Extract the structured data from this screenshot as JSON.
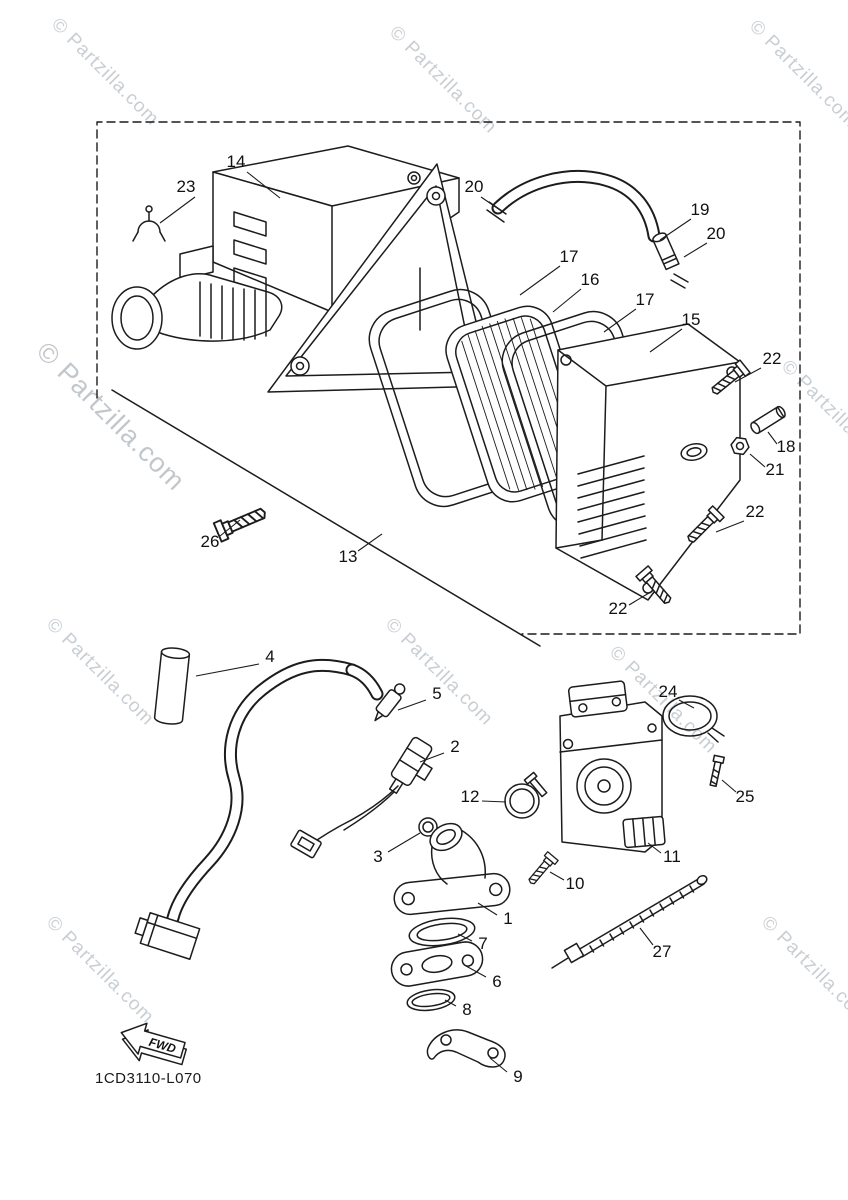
{
  "colors": {
    "line": "#1c1c1c",
    "watermark": "#bcc3c9",
    "text": "#111111",
    "background": "#ffffff"
  },
  "watermark": {
    "text": "© Partzilla.com"
  },
  "fwd": {
    "label": "FWD"
  },
  "footer": {
    "diagram_code": "1CD3110-L070"
  },
  "callouts": [
    {
      "label": "23"
    },
    {
      "label": "14"
    },
    {
      "label": "20"
    },
    {
      "label": "19"
    },
    {
      "label": "20"
    },
    {
      "label": "17"
    },
    {
      "label": "16"
    },
    {
      "label": "17"
    },
    {
      "label": "15"
    },
    {
      "label": "22"
    },
    {
      "label": "18"
    },
    {
      "label": "21"
    },
    {
      "label": "22"
    },
    {
      "label": "26"
    },
    {
      "label": "13"
    },
    {
      "label": "22"
    },
    {
      "label": "4"
    },
    {
      "label": "5"
    },
    {
      "label": "2"
    },
    {
      "label": "24"
    },
    {
      "label": "12"
    },
    {
      "label": "3"
    },
    {
      "label": "25"
    },
    {
      "label": "11"
    },
    {
      "label": "10"
    },
    {
      "label": "1"
    },
    {
      "label": "7"
    },
    {
      "label": "27"
    },
    {
      "label": "6"
    },
    {
      "label": "8"
    },
    {
      "label": "9"
    }
  ]
}
